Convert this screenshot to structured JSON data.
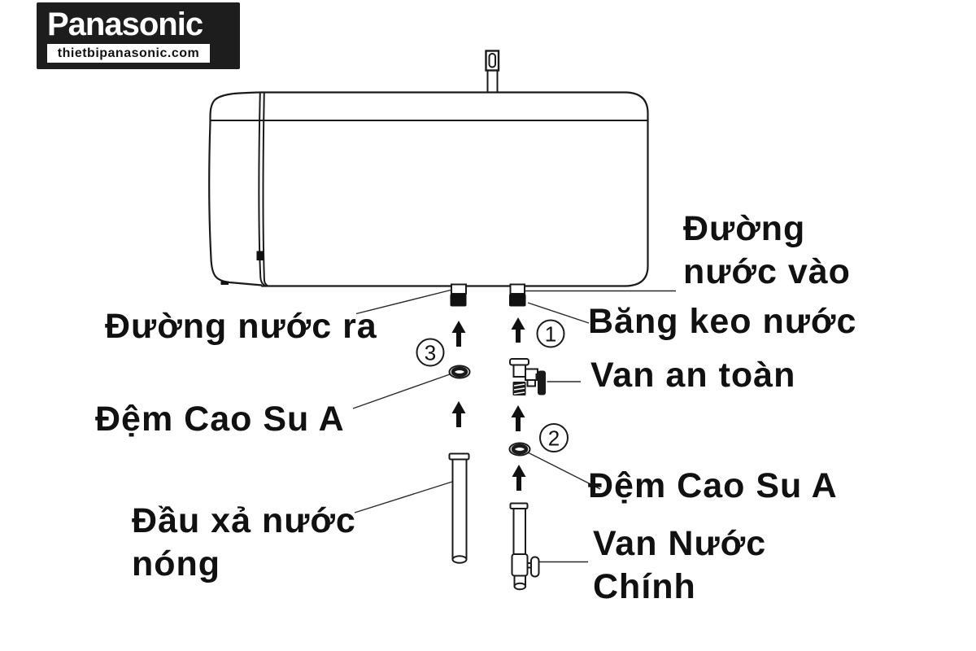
{
  "logo": {
    "brand": "Panasonic",
    "website": "thietbipanasonic.com"
  },
  "labels": {
    "water_inlet": {
      "line1": "Đường",
      "line2": "nước vào"
    },
    "tape": {
      "text": "Băng keo nước"
    },
    "safety_valve": {
      "text": "Van an toàn"
    },
    "gasket_right": {
      "text": "Đệm Cao Su A"
    },
    "main_valve": {
      "line1": "Van Nước",
      "line2": "Chính"
    },
    "water_outlet": {
      "text": "Đường nước ra"
    },
    "gasket_left": {
      "text": "Đệm Cao Su A"
    },
    "drain": {
      "line1": "Đầu xả nước",
      "line2": "nóng"
    }
  },
  "callouts": {
    "inlet_step": "1",
    "gasket_step": "2",
    "outlet_step": "3"
  },
  "colors": {
    "ink": "#111111",
    "background": "#ffffff",
    "logo_background": "#1d1d1d"
  }
}
